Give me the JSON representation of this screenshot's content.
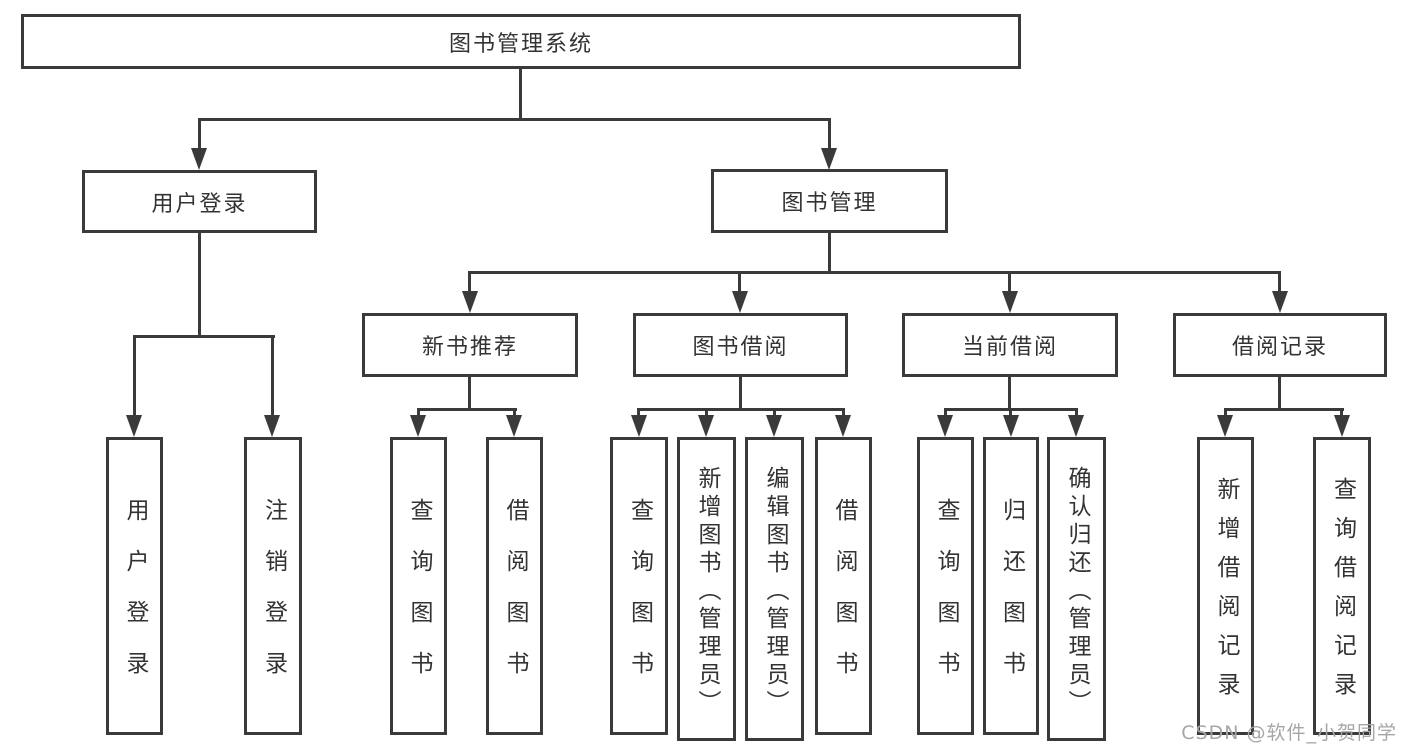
{
  "diagram_title": "图书管理系统",
  "tree": {
    "root": {
      "label": "图书管理系统"
    },
    "children": [
      {
        "label": "用户登录",
        "children": [
          {
            "label": "用户登录"
          },
          {
            "label": "注销登录"
          }
        ]
      },
      {
        "label": "图书管理",
        "children": [
          {
            "label": "新书推荐",
            "children": [
              {
                "label": "查询图书"
              },
              {
                "label": "借阅图书"
              }
            ]
          },
          {
            "label": "图书借阅",
            "children": [
              {
                "label": "查询图书"
              },
              {
                "label": "新增图书（管理员）"
              },
              {
                "label": "编辑图书（管理员）"
              },
              {
                "label": "借阅图书"
              }
            ]
          },
          {
            "label": "当前借阅",
            "children": [
              {
                "label": "查询图书"
              },
              {
                "label": "归还图书"
              },
              {
                "label": "确认归还（管理员）"
              }
            ]
          },
          {
            "label": "借阅记录",
            "children": [
              {
                "label": "新增借阅记录"
              },
              {
                "label": "查询借阅记录"
              }
            ]
          }
        ]
      }
    ]
  },
  "watermark": {
    "text": "CSDN @软件_小贺同学"
  },
  "colors": {
    "line": "#3a3a3a",
    "text": "#333333",
    "background": "#ffffff",
    "watermark": "#a6a6a6"
  }
}
